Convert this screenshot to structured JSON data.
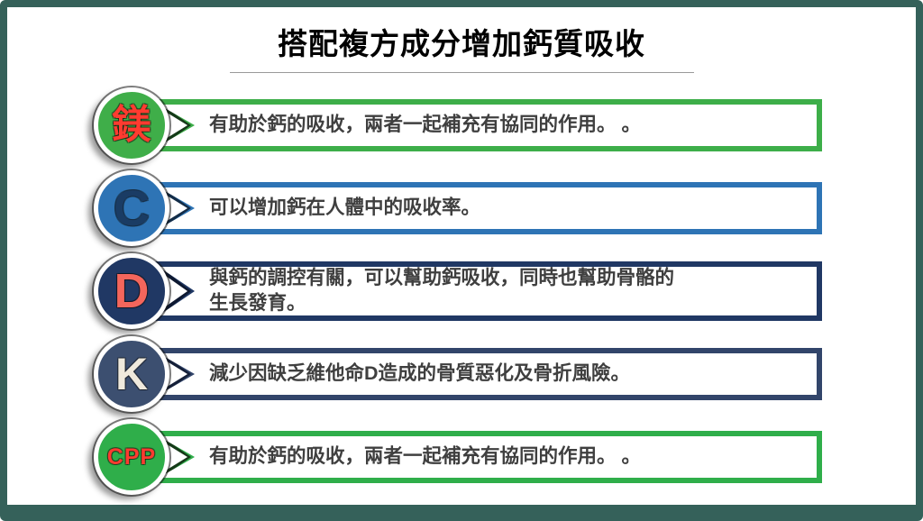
{
  "frame_color": "#35615a",
  "text_color": "#3f3f3f",
  "title": "搭配複方成分增加鈣質吸收",
  "rows": [
    {
      "badge": "鎂",
      "text": "有助於鈣的吸收，兩者一起補充有協同的作用。 。",
      "colors": {
        "accent": "#3dae49",
        "badge_bg": "#3fae49",
        "letter": "#ff3b30",
        "fold": "#153a18"
      }
    },
    {
      "badge": "C",
      "text": "可以增加鈣在人體中的吸收率。",
      "colors": {
        "accent": "#2e74b5",
        "badge_bg": "#2e74b5",
        "letter": "#1a3c64",
        "fold": "#132c47"
      }
    },
    {
      "badge": "D",
      "text": "與鈣的調控有關，可以幫助鈣吸收，同時也幫助骨骼的生長發育。",
      "colors": {
        "accent": "#203864",
        "badge_bg": "#203864",
        "letter": "#f4665c",
        "fold": "#0d1830"
      }
    },
    {
      "badge": "K",
      "text": "減少因缺乏維他命D造成的骨質惡化及骨折風險。",
      "colors": {
        "accent": "#32456a",
        "badge_bg": "#3c4f70",
        "letter": "#efe9dc",
        "fold": "#141f38"
      }
    },
    {
      "badge": "CPP",
      "text": "有助於鈣的吸收，兩者一起補充有協同的作用。 。",
      "colors": {
        "accent": "#2fae4a",
        "badge_bg": "#2fae4a",
        "letter": "#ff3b30",
        "fold": "#153a18"
      }
    }
  ]
}
